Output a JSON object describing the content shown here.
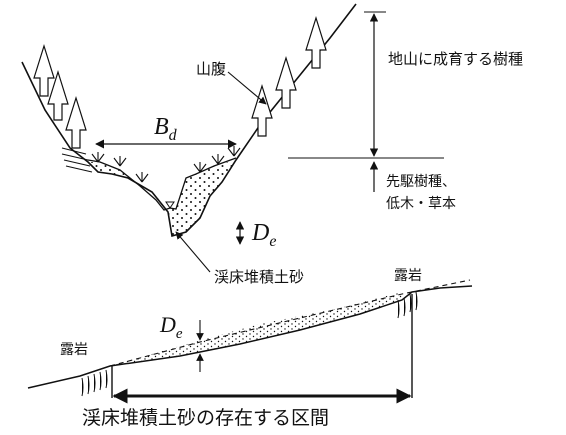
{
  "cross_section": {
    "label_sanpuku": "山腹",
    "label_bd_main": "B",
    "label_bd_sub": "d",
    "label_de_main": "D",
    "label_de_sub": "e",
    "label_trees_ground": "地山に成育する樹種",
    "label_pioneer_line1": "先駆樹種、",
    "label_pioneer_line2": "低木・草本",
    "label_sediment": "渓床堆積土砂"
  },
  "longitudinal_section": {
    "label_rock_left": "露岩",
    "label_rock_right": "露岩",
    "label_de_main": "D",
    "label_de_sub": "e",
    "label_interval": "渓床堆積土砂の存在する区間"
  }
}
